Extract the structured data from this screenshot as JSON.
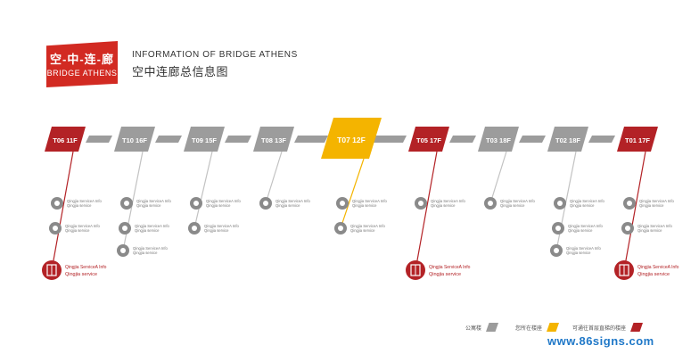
{
  "header": {
    "logo_cn": "空-中-连-廊",
    "logo_en": "BRIDGE ATHENS",
    "title_en": "INFORMATION OF BRIDGE ATHENS",
    "title_cn": "空中连廊总信息图"
  },
  "colors": {
    "gray": "#9c9c9c",
    "yellow": "#f4b400",
    "red": "#b32226",
    "line": "#c2c2c2",
    "text": "#333333"
  },
  "info_text": [
    "Qingjia ServiceA Info",
    "Qingjia service"
  ],
  "towers": [
    {
      "label": "T06  11F",
      "state": "red",
      "icons": [
        {
          "row": 0,
          "icon": "cart-icon"
        },
        {
          "row": 1,
          "icon": "cup-icon"
        },
        {
          "row": 3,
          "icon": "elevator-icon"
        }
      ]
    },
    {
      "label": "T10  16F",
      "state": "gray",
      "icons": [
        {
          "row": 0,
          "icon": "wine-icon"
        },
        {
          "row": 1,
          "icon": "info-icon"
        },
        {
          "row": 2,
          "icon": "walker-icon"
        }
      ]
    },
    {
      "label": "T09  15F",
      "state": "gray",
      "icons": [
        {
          "row": 0,
          "icon": "art-icon"
        },
        {
          "row": 1,
          "icon": "mountain-icon"
        }
      ]
    },
    {
      "label": "T08  13F",
      "state": "gray",
      "icons": [
        {
          "row": 0,
          "icon": "walker-icon"
        }
      ]
    },
    {
      "label": "T07  12F",
      "state": "yellow",
      "icons": [
        {
          "row": 0,
          "icon": "art-icon"
        },
        {
          "row": 1,
          "icon": "walker-icon"
        }
      ]
    },
    {
      "label": "T05  17F",
      "state": "red",
      "icons": [
        {
          "row": 0,
          "icon": "sofa-icon"
        },
        {
          "row": 3,
          "icon": "elevator-icon"
        }
      ]
    },
    {
      "label": "T03  18F",
      "state": "gray",
      "icons": [
        {
          "row": 0,
          "icon": "cart-icon"
        }
      ]
    },
    {
      "label": "T02  18F",
      "state": "gray",
      "icons": [
        {
          "row": 0,
          "icon": "mountain-icon"
        },
        {
          "row": 1,
          "icon": "cutlery-icon"
        },
        {
          "row": 2,
          "icon": "walker-icon"
        }
      ]
    },
    {
      "label": "T01  17F",
      "state": "red",
      "icons": [
        {
          "row": 0,
          "icon": "cart-icon"
        },
        {
          "row": 1,
          "icon": "cutlery-icon"
        },
        {
          "row": 3,
          "icon": "elevator-icon"
        }
      ]
    }
  ],
  "legend": [
    {
      "label": "公寓楼",
      "state": "gray"
    },
    {
      "label": "您所在楼座",
      "state": "yellow"
    },
    {
      "label": "可通往首层直梯的楼座",
      "state": "red"
    }
  ],
  "website": "www.86signs.com"
}
